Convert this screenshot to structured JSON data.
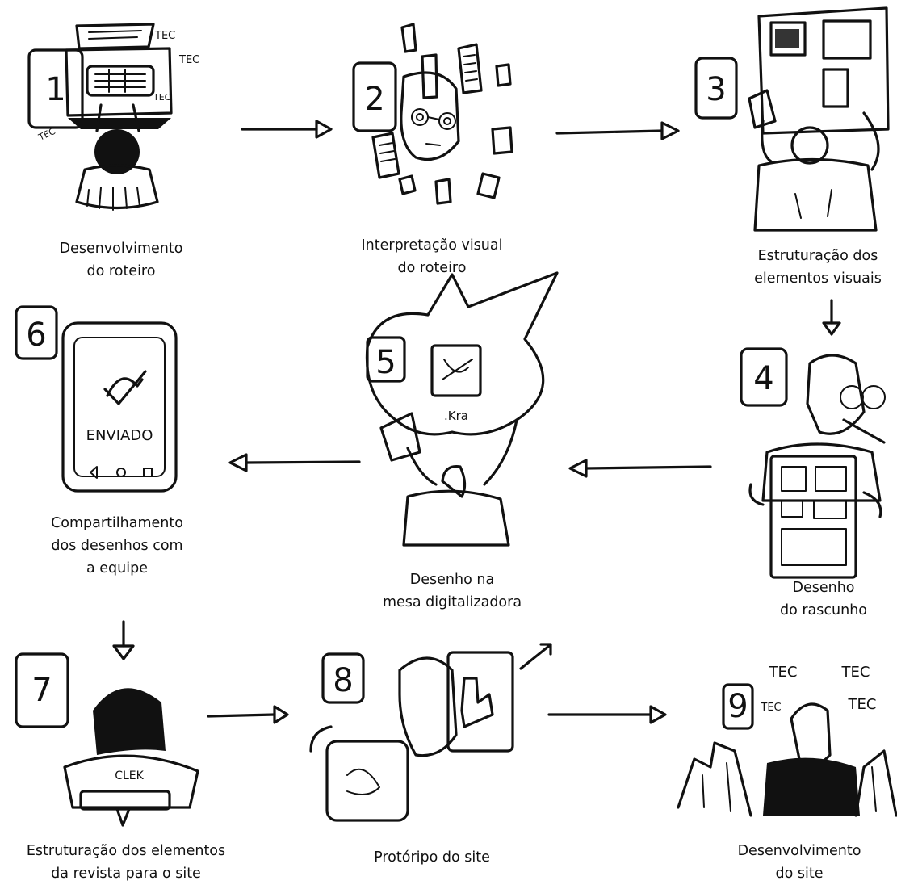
{
  "steps": [
    {
      "number": "1",
      "label_lines": [
        "Desenvolvimento",
        "do roteiro"
      ],
      "sfx": [
        "TEC",
        "TEC",
        "TEC",
        "TEC"
      ]
    },
    {
      "number": "2",
      "label_lines": [
        "Interpretação visual",
        "do roteiro"
      ]
    },
    {
      "number": "3",
      "label_lines": [
        "Estruturação dos",
        "elementos visuais"
      ]
    },
    {
      "number": "4",
      "label_lines": [
        "Desenho",
        "do rascunho"
      ]
    },
    {
      "number": "5",
      "label_lines": [
        "Desenho na",
        "mesa digitalizadora"
      ],
      "file_ext": ".Kra"
    },
    {
      "number": "6",
      "label_lines": [
        "Compartilhamento",
        "dos desenhos com",
        "a equipe"
      ],
      "screen_text": "ENVIADO"
    },
    {
      "number": "7",
      "label_lines": [
        "Estruturação dos elementos",
        "da revista para o site"
      ],
      "shirt_text": "CLEK"
    },
    {
      "number": "8",
      "label_lines": [
        "Protóripo do site"
      ]
    },
    {
      "number": "9",
      "label_lines": [
        "Desenvolvimento",
        "do site"
      ],
      "sfx": [
        "TEC",
        "TEC",
        "TEC",
        "TEC"
      ]
    }
  ],
  "colors": {
    "ink": "#111111",
    "background": "#ffffff"
  }
}
